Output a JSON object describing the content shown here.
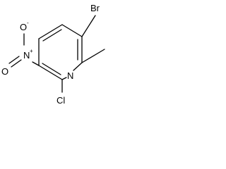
{
  "molecule": {
    "atoms": {
      "br": "Br",
      "cl": "Cl",
      "n_ring": "N",
      "n_nitro": "N",
      "o_minus": "O",
      "o_double": "O",
      "charge_plus": "+",
      "charge_minus": "-"
    },
    "colors": {
      "bond": "#000000",
      "text": "#000000",
      "background": "#ffffff"
    }
  }
}
